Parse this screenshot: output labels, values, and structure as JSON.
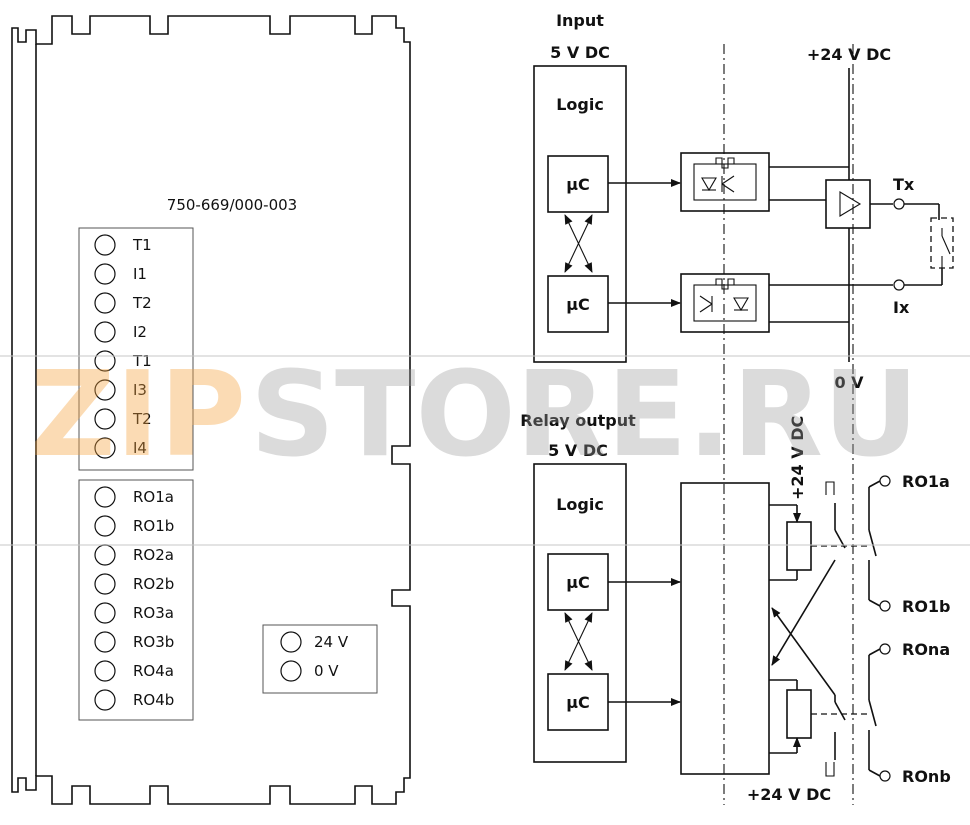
{
  "module": {
    "part_number": "750-669/000-003",
    "input_terminals": [
      "T1",
      "I1",
      "T2",
      "I2",
      "T1",
      "I3",
      "T2",
      "I4"
    ],
    "output_terminals": [
      "RO1a",
      "RO1b",
      "RO2a",
      "RO2b",
      "RO3a",
      "RO3b",
      "RO4a",
      "RO4b"
    ],
    "power_terminals": [
      "24 V",
      "0 V"
    ]
  },
  "input_section": {
    "title": "Input",
    "voltage": "5 V DC",
    "logic_label": "Logic",
    "uc_top": "μC",
    "uc_bottom": "μC",
    "supply": "+24 V DC",
    "tx_label": "Tx",
    "ix_label": "Ix",
    "ground": "0 V"
  },
  "relay_section": {
    "title": "Relay output",
    "voltage": "5 V DC",
    "logic_label": "Logic",
    "uc_top": "μC",
    "uc_bottom": "μC",
    "supply_top": "+24 V DC",
    "supply_bottom": "+24 V DC",
    "ro1a": "RO1a",
    "ro1b": "RO1b",
    "rona": "ROna",
    "ronb": "ROnb"
  },
  "watermark": {
    "part1": "ZIP",
    "part2": "STORE.RU",
    "color_orange": "#f6a23c",
    "color_grey": "#9a9a9a"
  }
}
